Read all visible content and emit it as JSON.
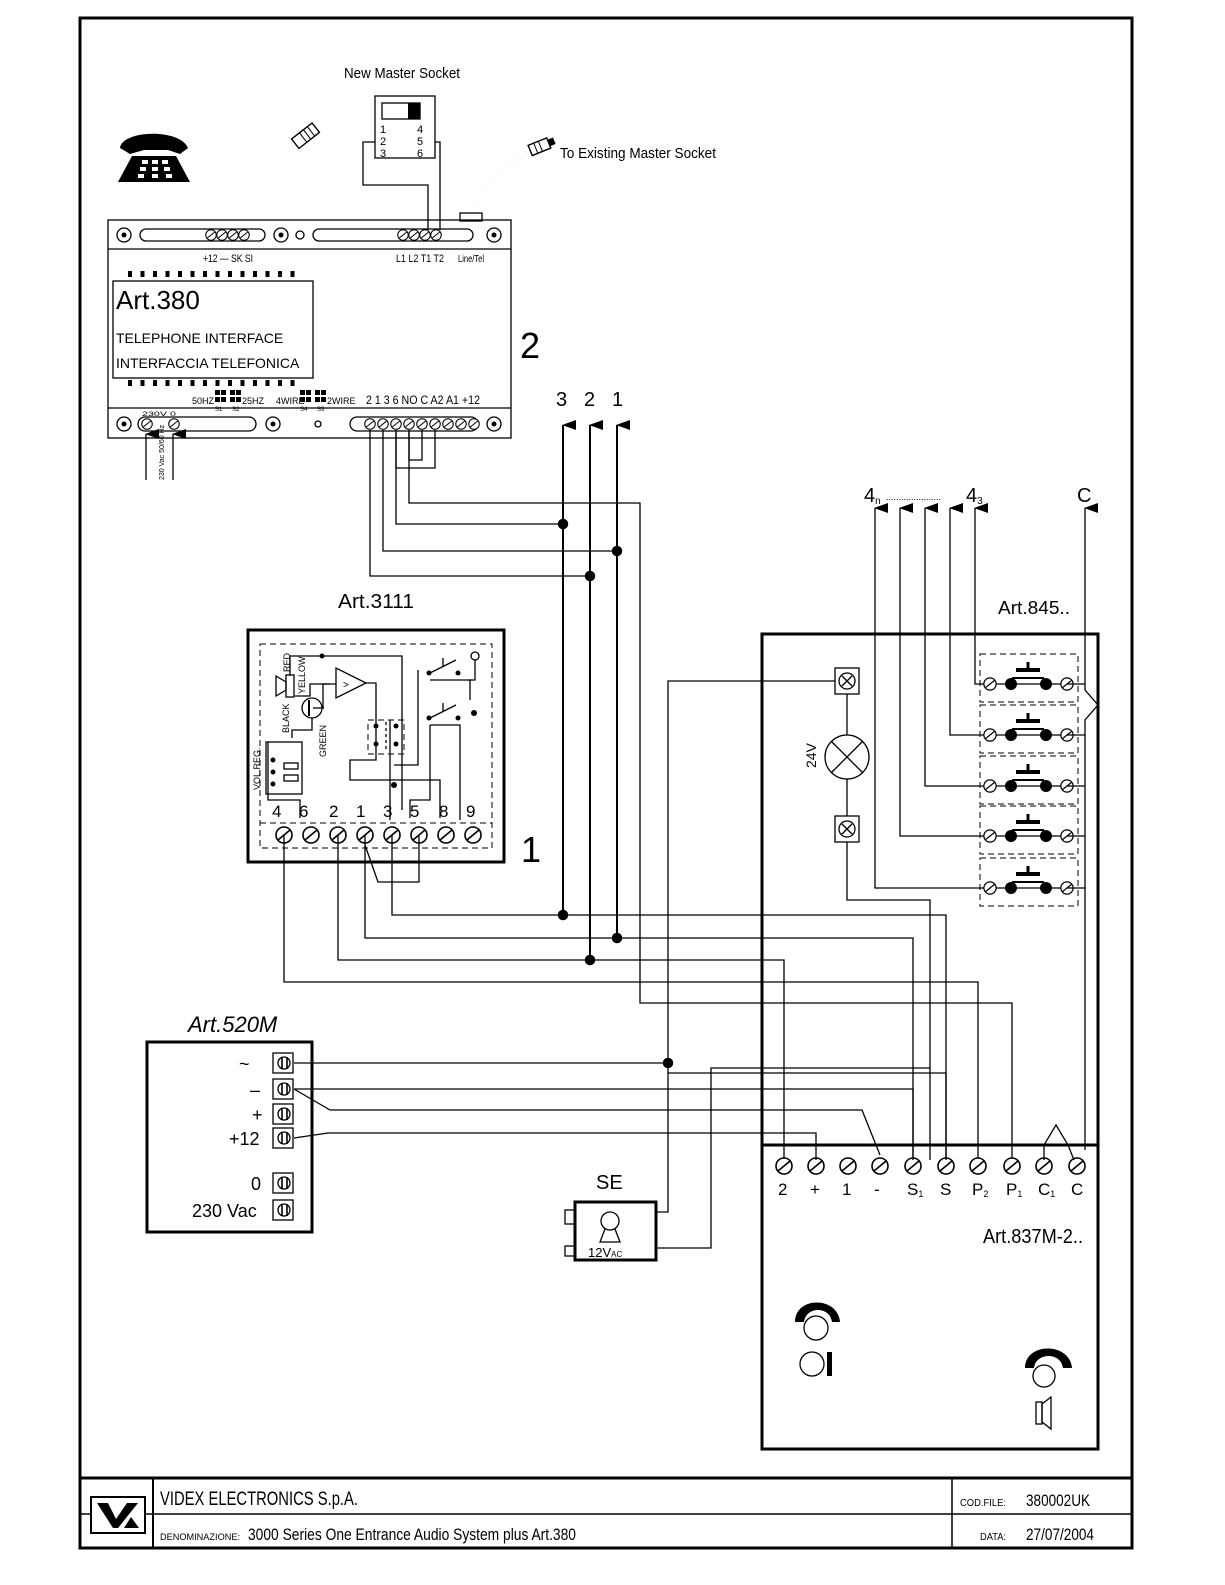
{
  "drawing": {
    "new_master_socket": "New Master Socket",
    "socket_pins": [
      "1",
      "2",
      "3",
      "4",
      "5",
      "6"
    ],
    "to_existing_socket": "To Existing Master Socket"
  },
  "art380": {
    "title": "Art.380",
    "line1": "TELEPHONE INTERFACE",
    "line2": "INTERFACCIA TELEFONICA",
    "top_left_terminals": "+12 — SK SI",
    "top_right_terminals": "L1 L2 T1 T2",
    "line_tel": "Line/Tel",
    "bottom_terminals": "2  1  3  6 NO C  A2 A1 +12",
    "jumper_50hz": "50HZ",
    "jumper_25hz": "25HZ",
    "jumper_4wire": "4WIRE",
    "jumper_2wire": "2WIRE",
    "s1": "S1",
    "s2": "S2",
    "s3": "S3",
    "s4": "S4",
    "power_small": "230V  0",
    "mains_label": "230 Vac 50/60 Hz",
    "ref_number": "2"
  },
  "bus_numbers": [
    "3",
    "2",
    "1"
  ],
  "art3111": {
    "title": "Art.3111",
    "red": "RED",
    "yellow": "YELLOW",
    "black": "BLACK",
    "green": "GREEN",
    "vol_reg": "VOL.REG.",
    "terminals": [
      "4",
      "6",
      "2",
      "1",
      "3",
      "5",
      "8",
      "9"
    ],
    "ref_number": "1"
  },
  "art845": {
    "title": "Art.845..",
    "top_label_start": "4",
    "top_label_start_sub": "n",
    "top_label_dots": "......................",
    "top_label_end": "4",
    "top_label_end_sub": "3",
    "common_label": "C"
  },
  "lamp": {
    "label": "24V"
  },
  "art520m": {
    "title": "Art.520M",
    "terminals": [
      "~",
      "–",
      "+",
      "+12",
      "0",
      "230 Vac"
    ]
  },
  "se": {
    "title": "SE",
    "voltage": "12V",
    "voltage_sub": "AC"
  },
  "art837": {
    "title": "Art.837M-2..",
    "terminals": [
      {
        "main": "2",
        "sub": ""
      },
      {
        "main": "+",
        "sub": ""
      },
      {
        "main": "1",
        "sub": ""
      },
      {
        "main": "-",
        "sub": ""
      },
      {
        "main": "S",
        "sub": "1"
      },
      {
        "main": "S",
        "sub": ""
      },
      {
        "main": "P",
        "sub": "2"
      },
      {
        "main": "P",
        "sub": "1"
      },
      {
        "main": "C",
        "sub": "1"
      },
      {
        "main": "C",
        "sub": ""
      }
    ]
  },
  "titleblock": {
    "company": "VIDEX ELECTRONICS S.p.A.",
    "denominazione_label": "DENOMINAZIONE:",
    "description": "3000 Series One Entrance Audio System plus Art.380",
    "cod_file_label": "COD.FILE:",
    "cod_file": "380002UK",
    "data_label": "DATA:",
    "date": "27/07/2004"
  }
}
